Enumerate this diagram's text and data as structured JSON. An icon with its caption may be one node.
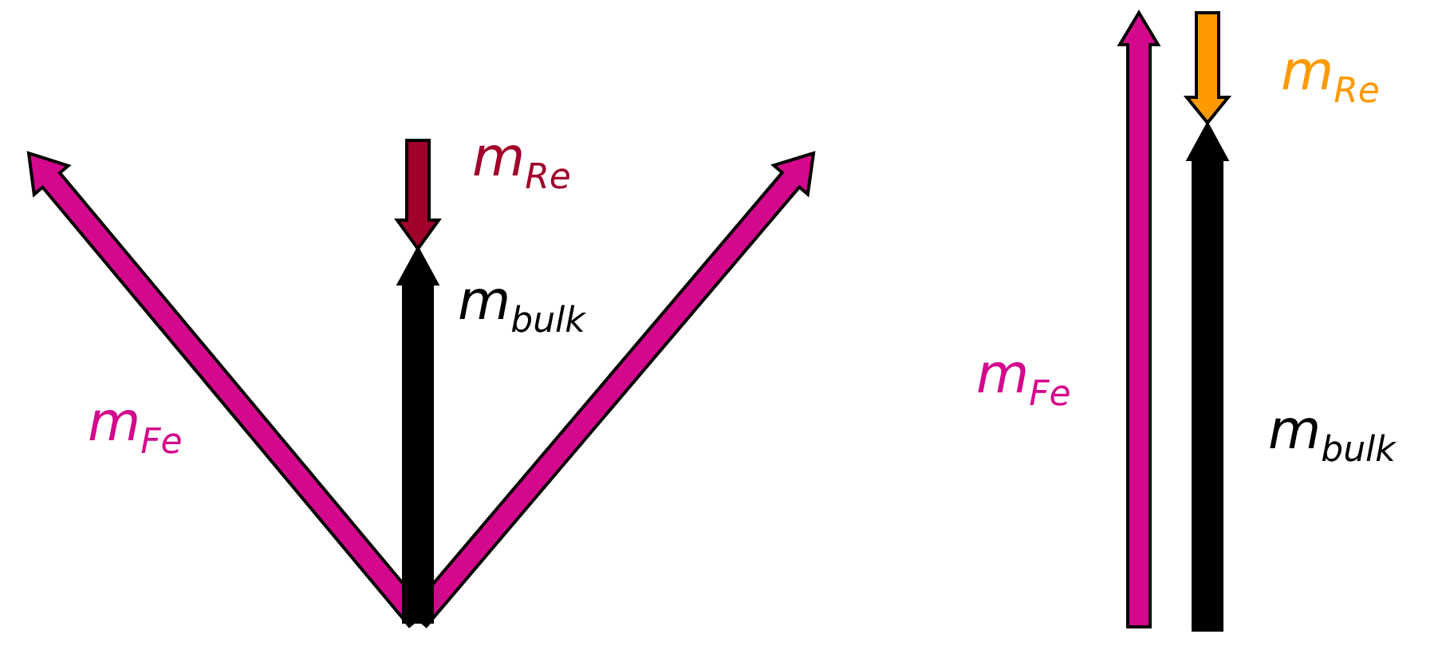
{
  "diagram": {
    "labels": [
      "m$_{Re}$",
      "m$_{bulk}$",
      "m$_{Fe}$",
      "m$_{Re}$",
      "m$_{Fe}$",
      "m$_{bulk}$"
    ]
  }
}
